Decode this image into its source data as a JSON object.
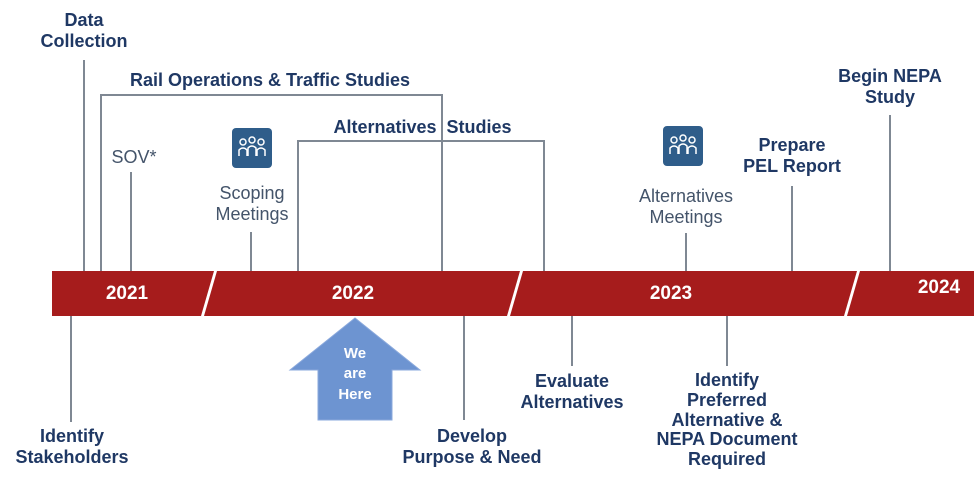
{
  "colors": {
    "band": "#a61c1c",
    "connector": "#7f8893",
    "arrow": "#6d94d1",
    "icon": "#2f5d8a",
    "label_dark": "#1f3864",
    "label_muted": "#44546a"
  },
  "years": [
    "2021",
    "2022",
    "2023",
    "2024"
  ],
  "milestones_above": {
    "data_collection": [
      "Data",
      "Collection"
    ],
    "rail_ops": "Rail Operations & Traffic Studies",
    "sov": "SOV*",
    "scoping": [
      "Scoping",
      "Meetings"
    ],
    "alternatives_studies": "Alternatives  Studies",
    "alternatives_meetings": [
      "Alternatives",
      "Meetings"
    ],
    "prepare_pel": [
      "Prepare",
      "PEL Report"
    ],
    "begin_nepa": [
      "Begin NEPA",
      "Study"
    ]
  },
  "milestones_below": {
    "identify_stakeholders": [
      "Identify",
      "Stakeholders"
    ],
    "develop_purpose": [
      "Develop",
      "Purpose & Need"
    ],
    "evaluate_alternatives": [
      "Evaluate",
      "Alternatives"
    ],
    "identify_preferred": [
      "Identify",
      "Preferred",
      "Alternative &",
      "NEPA Document",
      "Required"
    ]
  },
  "we_are_here": [
    "We",
    "are",
    "Here"
  ],
  "icons": [
    "people-group-icon",
    "people-group-icon"
  ]
}
